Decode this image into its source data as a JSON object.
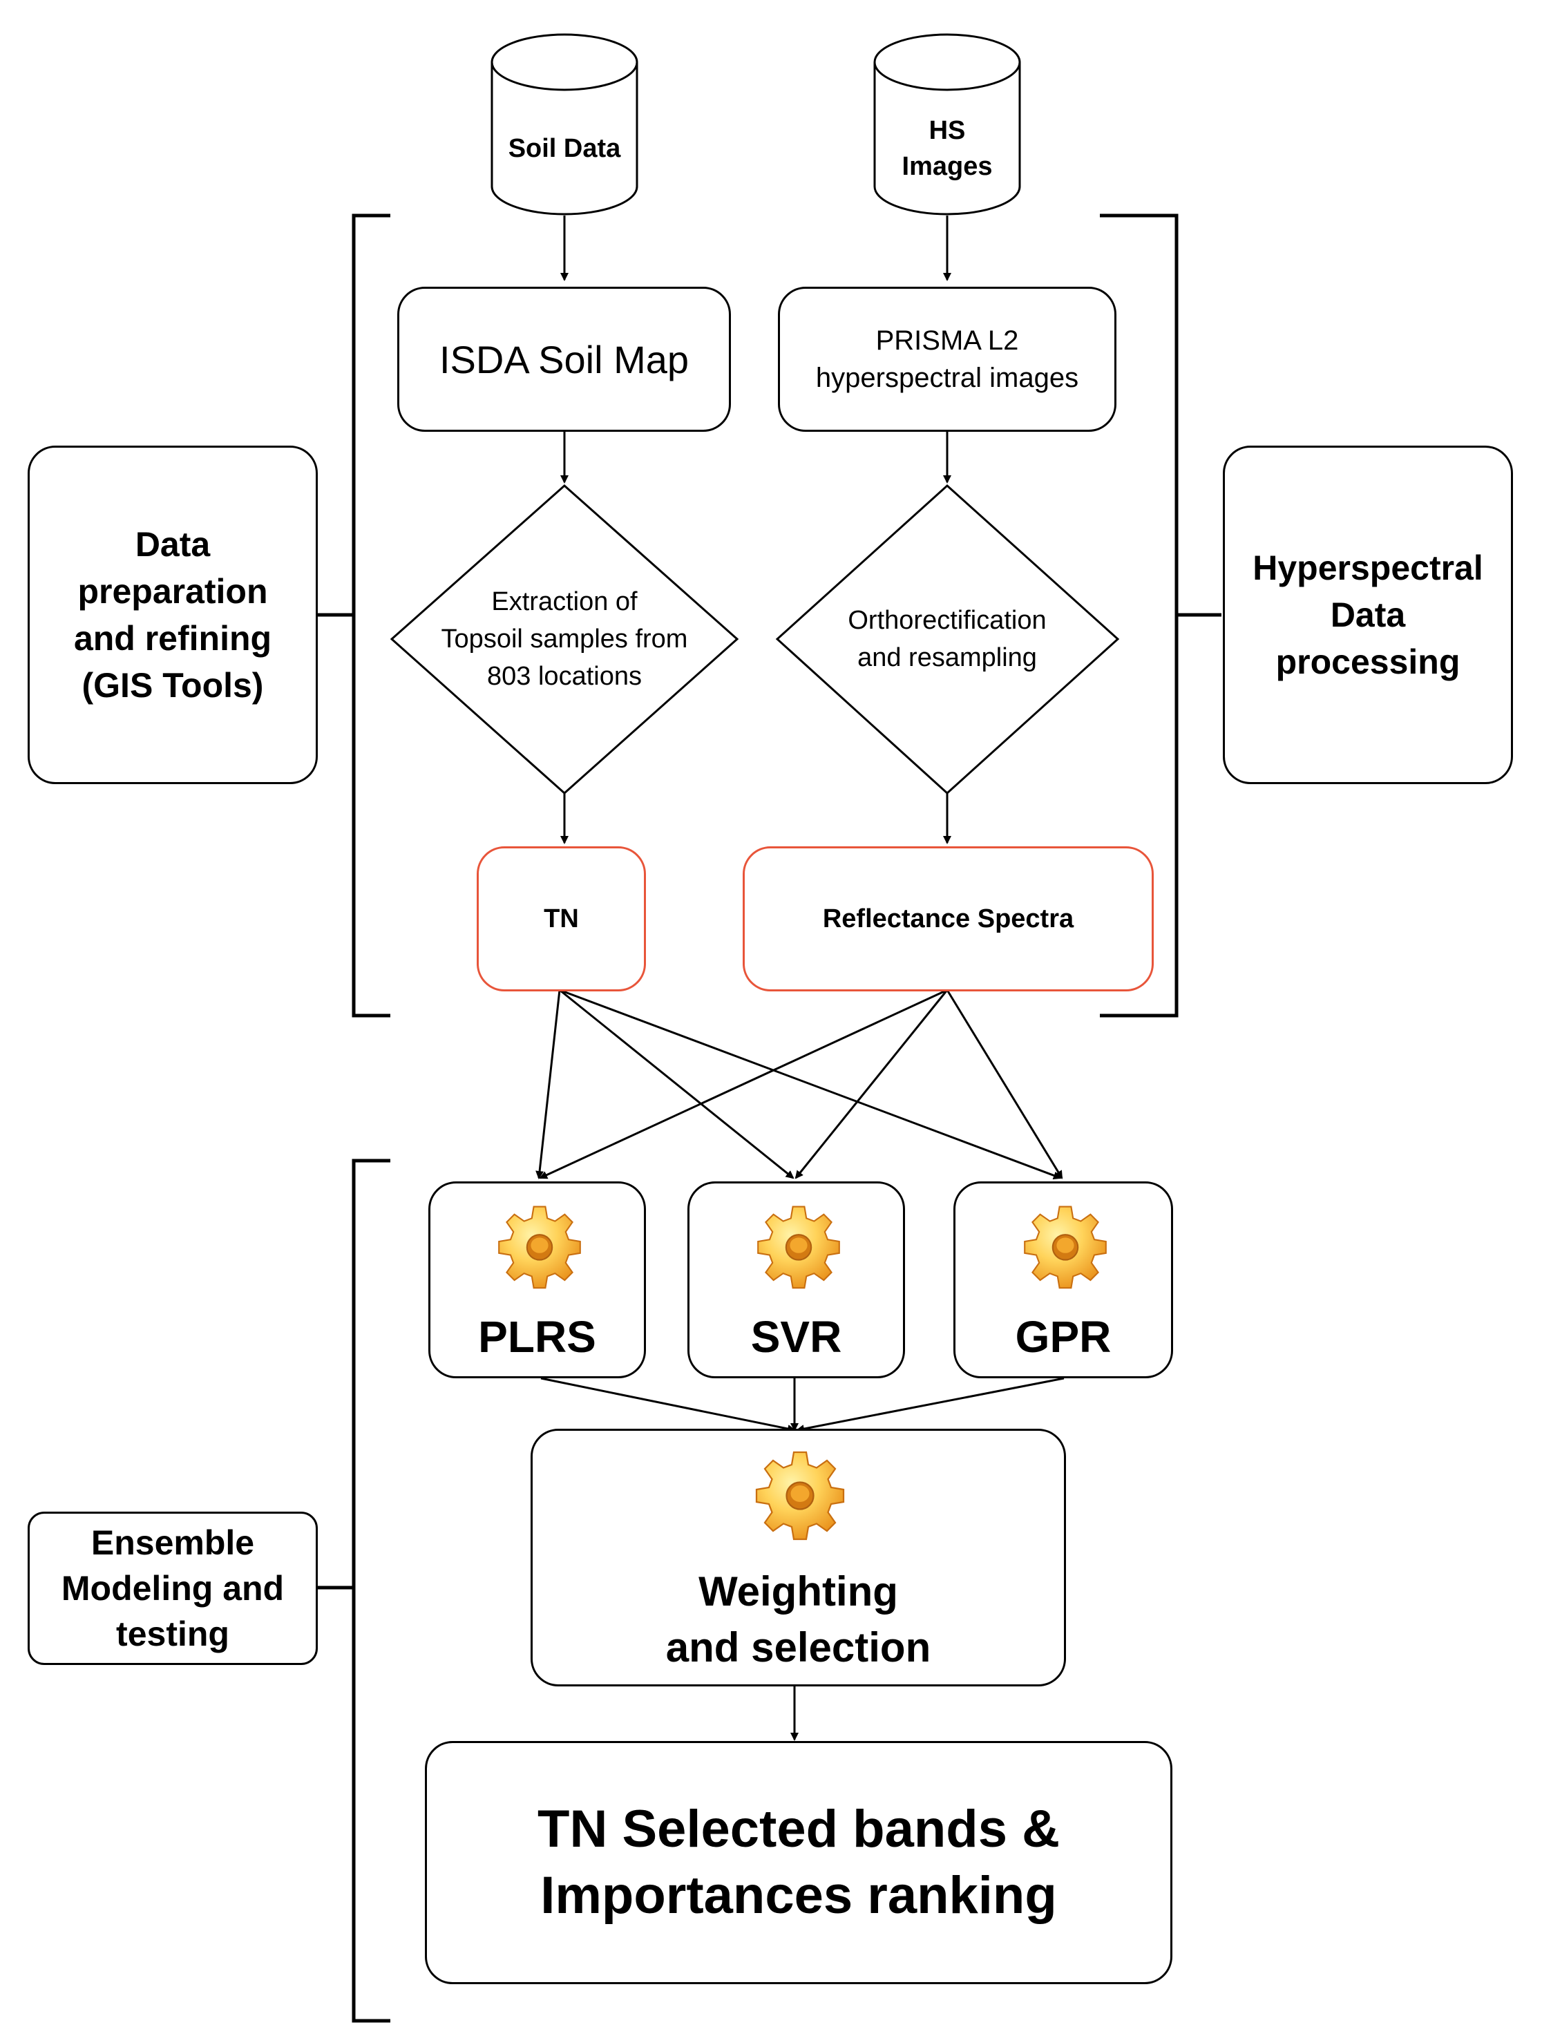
{
  "sources": {
    "soil_data": "Soil Data",
    "hs_images_line1": "HS",
    "hs_images_line2": "Images"
  },
  "processes": {
    "isda": "ISDA Soil Map",
    "prisma_line1": "PRISMA L2",
    "prisma_line2": "hyperspectral images"
  },
  "decisions": {
    "extraction": [
      "Extraction of",
      "Topsoil samples from",
      "803 locations"
    ],
    "ortho": [
      "Orthorectification",
      "and resampling"
    ]
  },
  "outputs": {
    "tn": "TN",
    "reflectance": "Reflectance Spectra"
  },
  "models": [
    {
      "label": "PLRS"
    },
    {
      "label": "SVR"
    },
    {
      "label": "GPR"
    }
  ],
  "ensemble": {
    "line1": "Weighting",
    "line2": "and selection"
  },
  "result": {
    "line1": "TN Selected bands &",
    "line2": "Importances ranking"
  },
  "sections": {
    "data_prep": [
      "Data",
      "preparation",
      "and refining",
      "(GIS Tools)"
    ],
    "hyperspectral": [
      "Hyperspectral",
      "Data",
      "processing"
    ],
    "ensemble": [
      "Ensemble",
      "Modeling and",
      "testing"
    ]
  },
  "colors": {
    "stroke": "#000000",
    "highlight_border": "#e8553a",
    "gear_light": "#ffd35a",
    "gear_dark": "#e9901a"
  }
}
